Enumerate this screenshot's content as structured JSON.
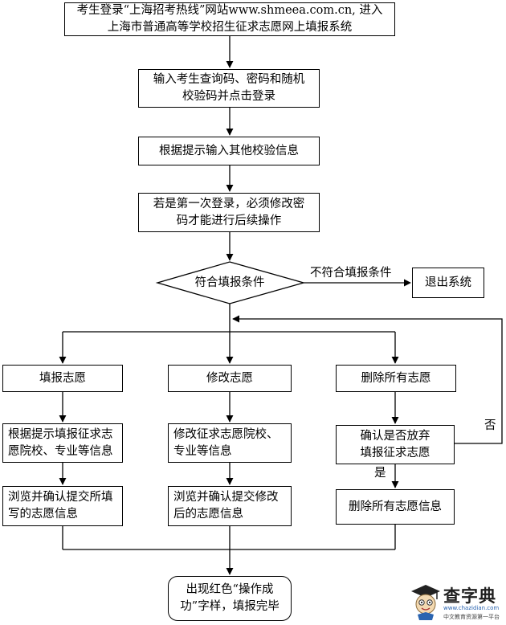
{
  "steps": {
    "s1": "考生登录“上海招考热线”网站www.shmeea.com.cn, 进入\n上海市普通高等学校招生征求志愿网上填报系统",
    "s2": "输入考生查询码、密码和随机\n校验码并点击登录",
    "s3": "根据提示输入其他校验信息",
    "s4": "若是第一次登录，必须修改密\n码才能进行后续操作",
    "decision": "符合填报条件",
    "not_eligible": "不符合填报条件",
    "exit": "退出系统",
    "fill": "填报志愿",
    "modify": "修改志愿",
    "delete_all": "删除所有志愿",
    "fill_detail": "根据提示填报征求志\n愿院校、专业等信息",
    "modify_detail": "修改征求志愿院校、\n专业等信息",
    "confirm_abandon": "确认是否放弃\n填报征求志愿",
    "fill_submit": "浏览并确认提交所填\n写的志愿信息",
    "modify_submit": "浏览并确认提交修改\n后的志愿信息",
    "delete_info": "删除所有志愿信息",
    "yes": "是",
    "no": "否",
    "final": "出现红色“操作成\n功”字样，填报完毕"
  },
  "logo": {
    "name": "查字典",
    "url": "www.chazidian.com",
    "slogan": "中文教育资源第一平台"
  }
}
